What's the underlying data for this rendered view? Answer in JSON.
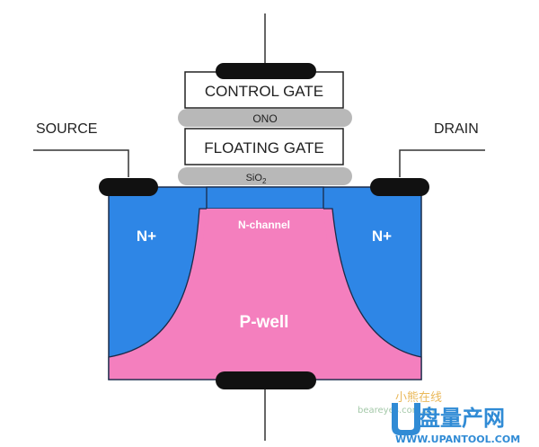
{
  "labels": {
    "control_gate": "CONTROL GATE",
    "ono": "ONO",
    "floating_gate": "FLOATING GATE",
    "sio2_main": "SiO",
    "sio2_sub": "2",
    "source": "SOURCE",
    "drain": "DRAIN",
    "n_plus_left": "N+",
    "n_plus_right": "N+",
    "n_channel": "N-channel",
    "p_well": "P-well"
  },
  "watermark": {
    "cn_small": "小熊在线",
    "en_small": "beareyes.com.cn",
    "brand_cn": "盘量产网",
    "brand_url": "WWW.UPANTOOL.COM"
  },
  "colors": {
    "n_region": "#2e86e6",
    "p_well": "#f47fbe",
    "oxide": "#b8b8b8",
    "contact": "#111111",
    "outline": "#1a2b4a",
    "watermark_blue": "#1a7fd1"
  }
}
